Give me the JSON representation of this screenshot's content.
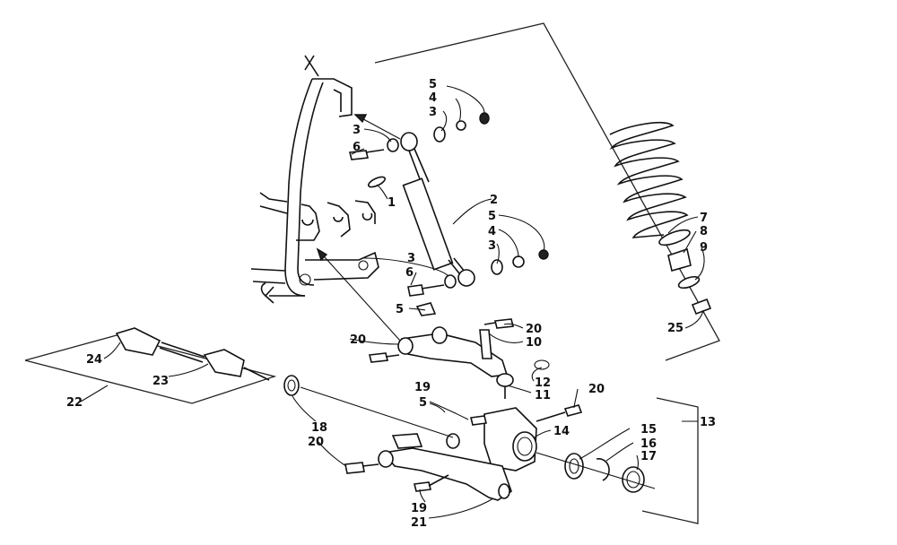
{
  "callouts": [
    {
      "id": "c1",
      "label": "1"
    },
    {
      "id": "c2",
      "label": "2"
    },
    {
      "id": "c3a",
      "label": "3"
    },
    {
      "id": "c3b",
      "label": "3"
    },
    {
      "id": "c3c",
      "label": "3"
    },
    {
      "id": "c3d",
      "label": "3"
    },
    {
      "id": "c4a",
      "label": "4"
    },
    {
      "id": "c4b",
      "label": "4"
    },
    {
      "id": "c5a",
      "label": "5"
    },
    {
      "id": "c5b",
      "label": "5"
    },
    {
      "id": "c5c",
      "label": "5"
    },
    {
      "id": "c5d",
      "label": "5"
    },
    {
      "id": "c6a",
      "label": "6"
    },
    {
      "id": "c6b",
      "label": "6"
    },
    {
      "id": "c7",
      "label": "7"
    },
    {
      "id": "c8",
      "label": "8"
    },
    {
      "id": "c9",
      "label": "9"
    },
    {
      "id": "c10",
      "label": "10"
    },
    {
      "id": "c11",
      "label": "11"
    },
    {
      "id": "c12",
      "label": "12"
    },
    {
      "id": "c13",
      "label": "13"
    },
    {
      "id": "c14",
      "label": "14"
    },
    {
      "id": "c15",
      "label": "15"
    },
    {
      "id": "c16",
      "label": "16"
    },
    {
      "id": "c17",
      "label": "17"
    },
    {
      "id": "c18",
      "label": "18"
    },
    {
      "id": "c19a",
      "label": "19"
    },
    {
      "id": "c19b",
      "label": "19"
    },
    {
      "id": "c20a",
      "label": "20"
    },
    {
      "id": "c20b",
      "label": "20"
    },
    {
      "id": "c20c",
      "label": "20"
    },
    {
      "id": "c20d",
      "label": "20"
    },
    {
      "id": "c21",
      "label": "21"
    },
    {
      "id": "c22",
      "label": "22"
    },
    {
      "id": "c23",
      "label": "23"
    },
    {
      "id": "c24",
      "label": "24"
    },
    {
      "id": "c25",
      "label": "25"
    }
  ]
}
